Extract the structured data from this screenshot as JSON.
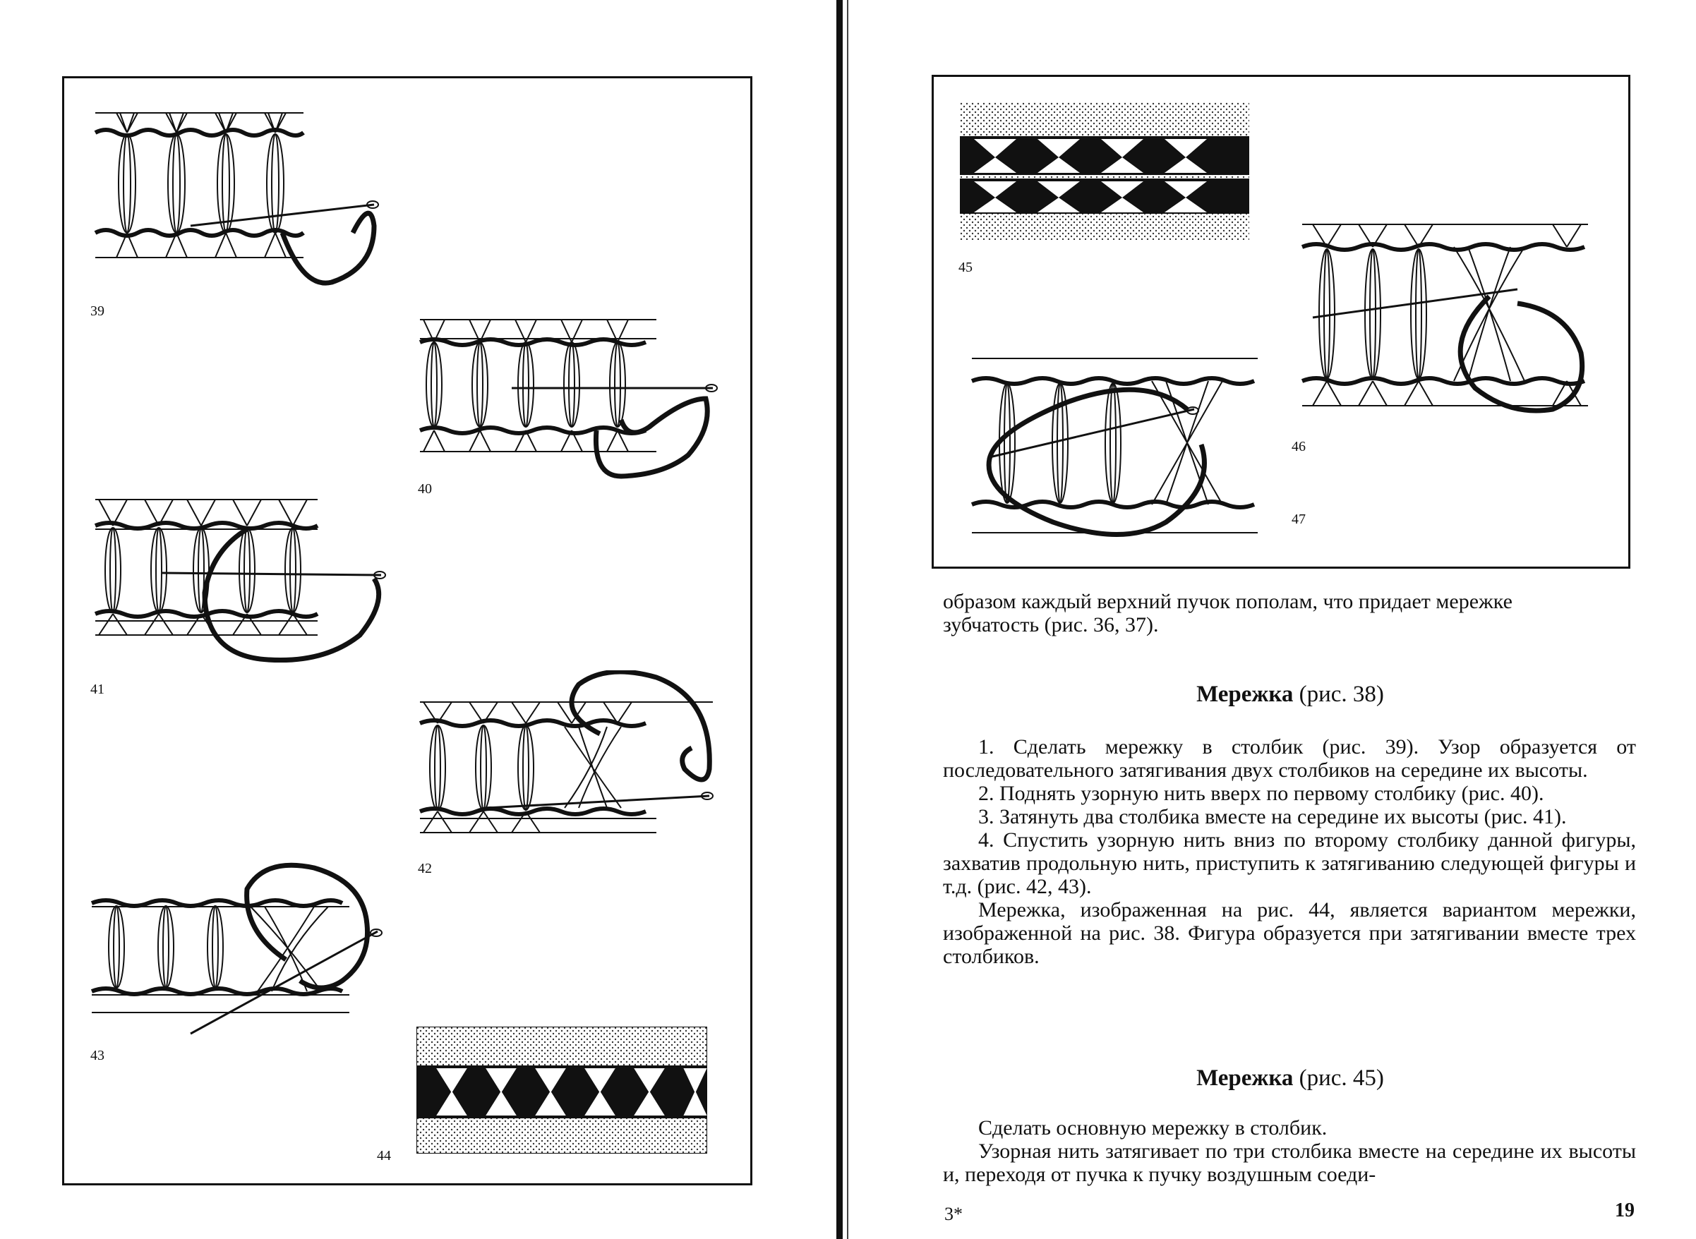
{
  "figures": {
    "left": [
      "39",
      "40",
      "41",
      "42",
      "43",
      "44"
    ],
    "right": [
      "45",
      "46",
      "47"
    ]
  },
  "text": {
    "intro_line1": "образом каждый верхний пучок пополам, что придает мережке",
    "intro_line2": "зубчатость (рис. 36, 37).",
    "section1": {
      "title": "Мережка",
      "ref": "(рис. 38)"
    },
    "p1": "1. Сделать мережку в столбик (рис. 39). Узор образуется от последовательного затягивания двух столбиков на середине их высоты.",
    "p2": "2. Поднять узорную нить вверх по первому столбику (рис. 40).",
    "p3": "3. Затянуть два столбика вместе на середине их высоты (рис. 41).",
    "p4": "4. Спустить узорную нить вниз по второму столбику данной фигуры, захватив продольную нить, приступить к затягиванию следующей фигуры и т.д. (рис. 42, 43).",
    "p5": "Мережка, изображенная на рис. 44, является вариантом мережки, изображенной на рис. 38. Фигура образуется при затягивании вместе трех столбиков.",
    "section2": {
      "title": "Мережка",
      "ref": "(рис. 45)"
    },
    "p6": "Сделать основную мережку в столбик.",
    "p7": "Узорная нить затягивает по три столбика вместе на середине их высоты и, переходя от пучка к пучку воздушным соеди-"
  },
  "folio": {
    "left": "3*",
    "right": "19"
  }
}
